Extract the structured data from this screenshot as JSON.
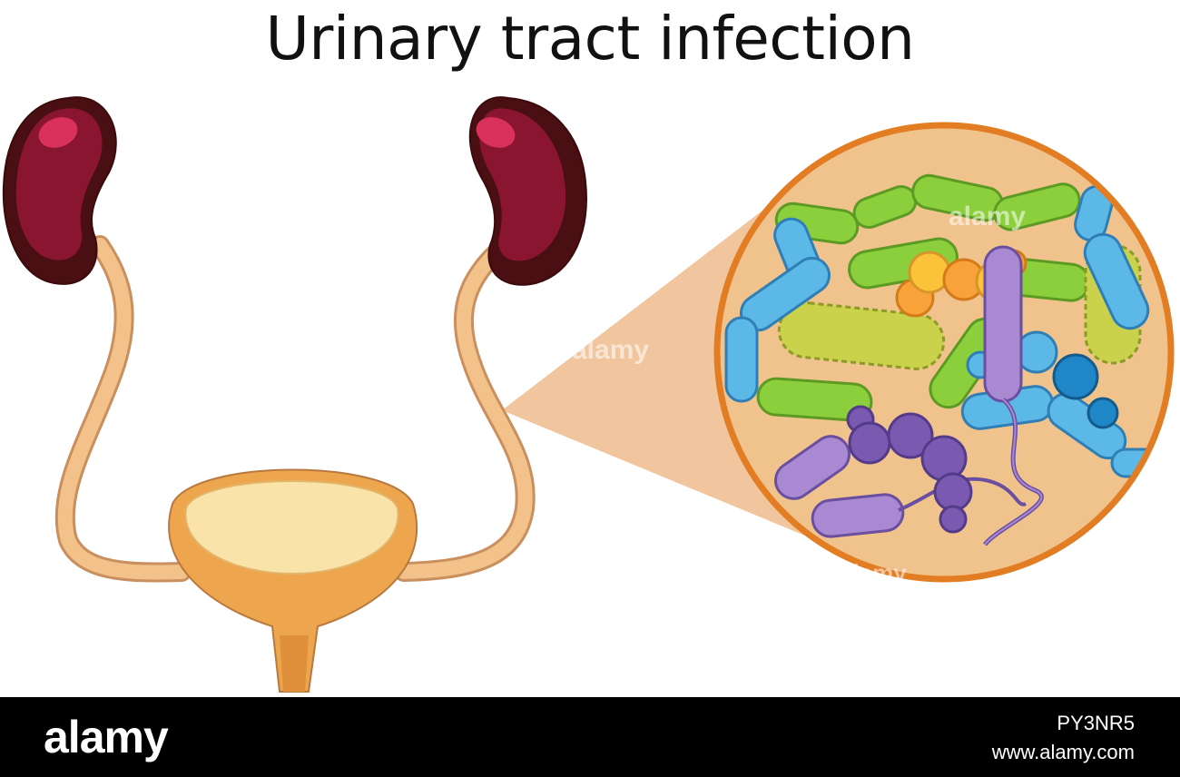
{
  "title": "Urinary tract infection",
  "watermark": "alamy",
  "footer": {
    "brand": "alamy",
    "image_id": "PY3NR5",
    "url": "www.alamy.com"
  },
  "colors": {
    "kidney_dark": "#4a0f12",
    "kidney_main": "#8a1530",
    "kidney_highlight": "#d8325c",
    "tube_fill": "#f2c28a",
    "tube_outline": "#c98f5e",
    "bladder_lower": "#eda54e",
    "bladder_upper": "#f9e3a8",
    "lens_border": "#e27d24",
    "lens_fill": "#f0c38d",
    "footer_bg": "#000000"
  }
}
